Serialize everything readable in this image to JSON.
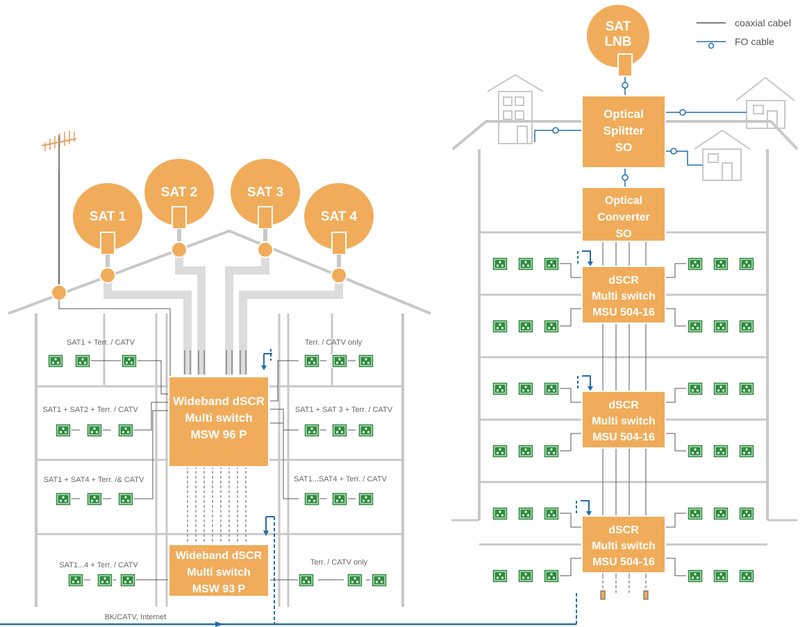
{
  "legend": {
    "coax": "coaxial cabel",
    "fo": "FO cable"
  },
  "colors": {
    "orange": "#f0ac5a",
    "green": "#2d8c3c",
    "fo_blue": "#1f6fa8",
    "building": "#c8c8c8",
    "coax": "#555555",
    "bundle": "#dcdcdc"
  },
  "left_building": {
    "dishes": [
      "SAT 1",
      "SAT 2",
      "SAT 3",
      "SAT 4"
    ],
    "switch_main": [
      "Wideband dSCR",
      "Multi switch",
      "MSW 96 P"
    ],
    "switch_low": [
      "Wideband dSCR",
      "Multi switch",
      "MSW 93 P"
    ],
    "floor_labels_left": [
      "SAT1 + Terr. / CATV",
      "SAT1 + SAT2 + Terr. / CATV",
      "SAT1 + SAT4 + Terr. /& CATV",
      "SAT1...4 + Terr. / CATV"
    ],
    "floor_labels_right": [
      "Terr. / CATV only",
      "SAT1 + SAT 3 + Terr. / CATV",
      "SAT1...SAT4 + Terr.  / CATV",
      "Terr. / CATV only"
    ],
    "feed_label": "BK/CATV, Internet"
  },
  "right_building": {
    "lnb": [
      "SAT",
      "LNB"
    ],
    "splitter": [
      "Optical",
      "Splitter",
      "SO"
    ],
    "converter": [
      "Optical",
      "Converter",
      "SO"
    ],
    "switches": [
      [
        "dSCR",
        "Multi switch",
        "MSU 504-16"
      ],
      [
        "dSCR",
        "Multi switch",
        "MSU 504-16"
      ],
      [
        "dSCR",
        "Multi switch",
        "MSU 504-16"
      ]
    ]
  }
}
